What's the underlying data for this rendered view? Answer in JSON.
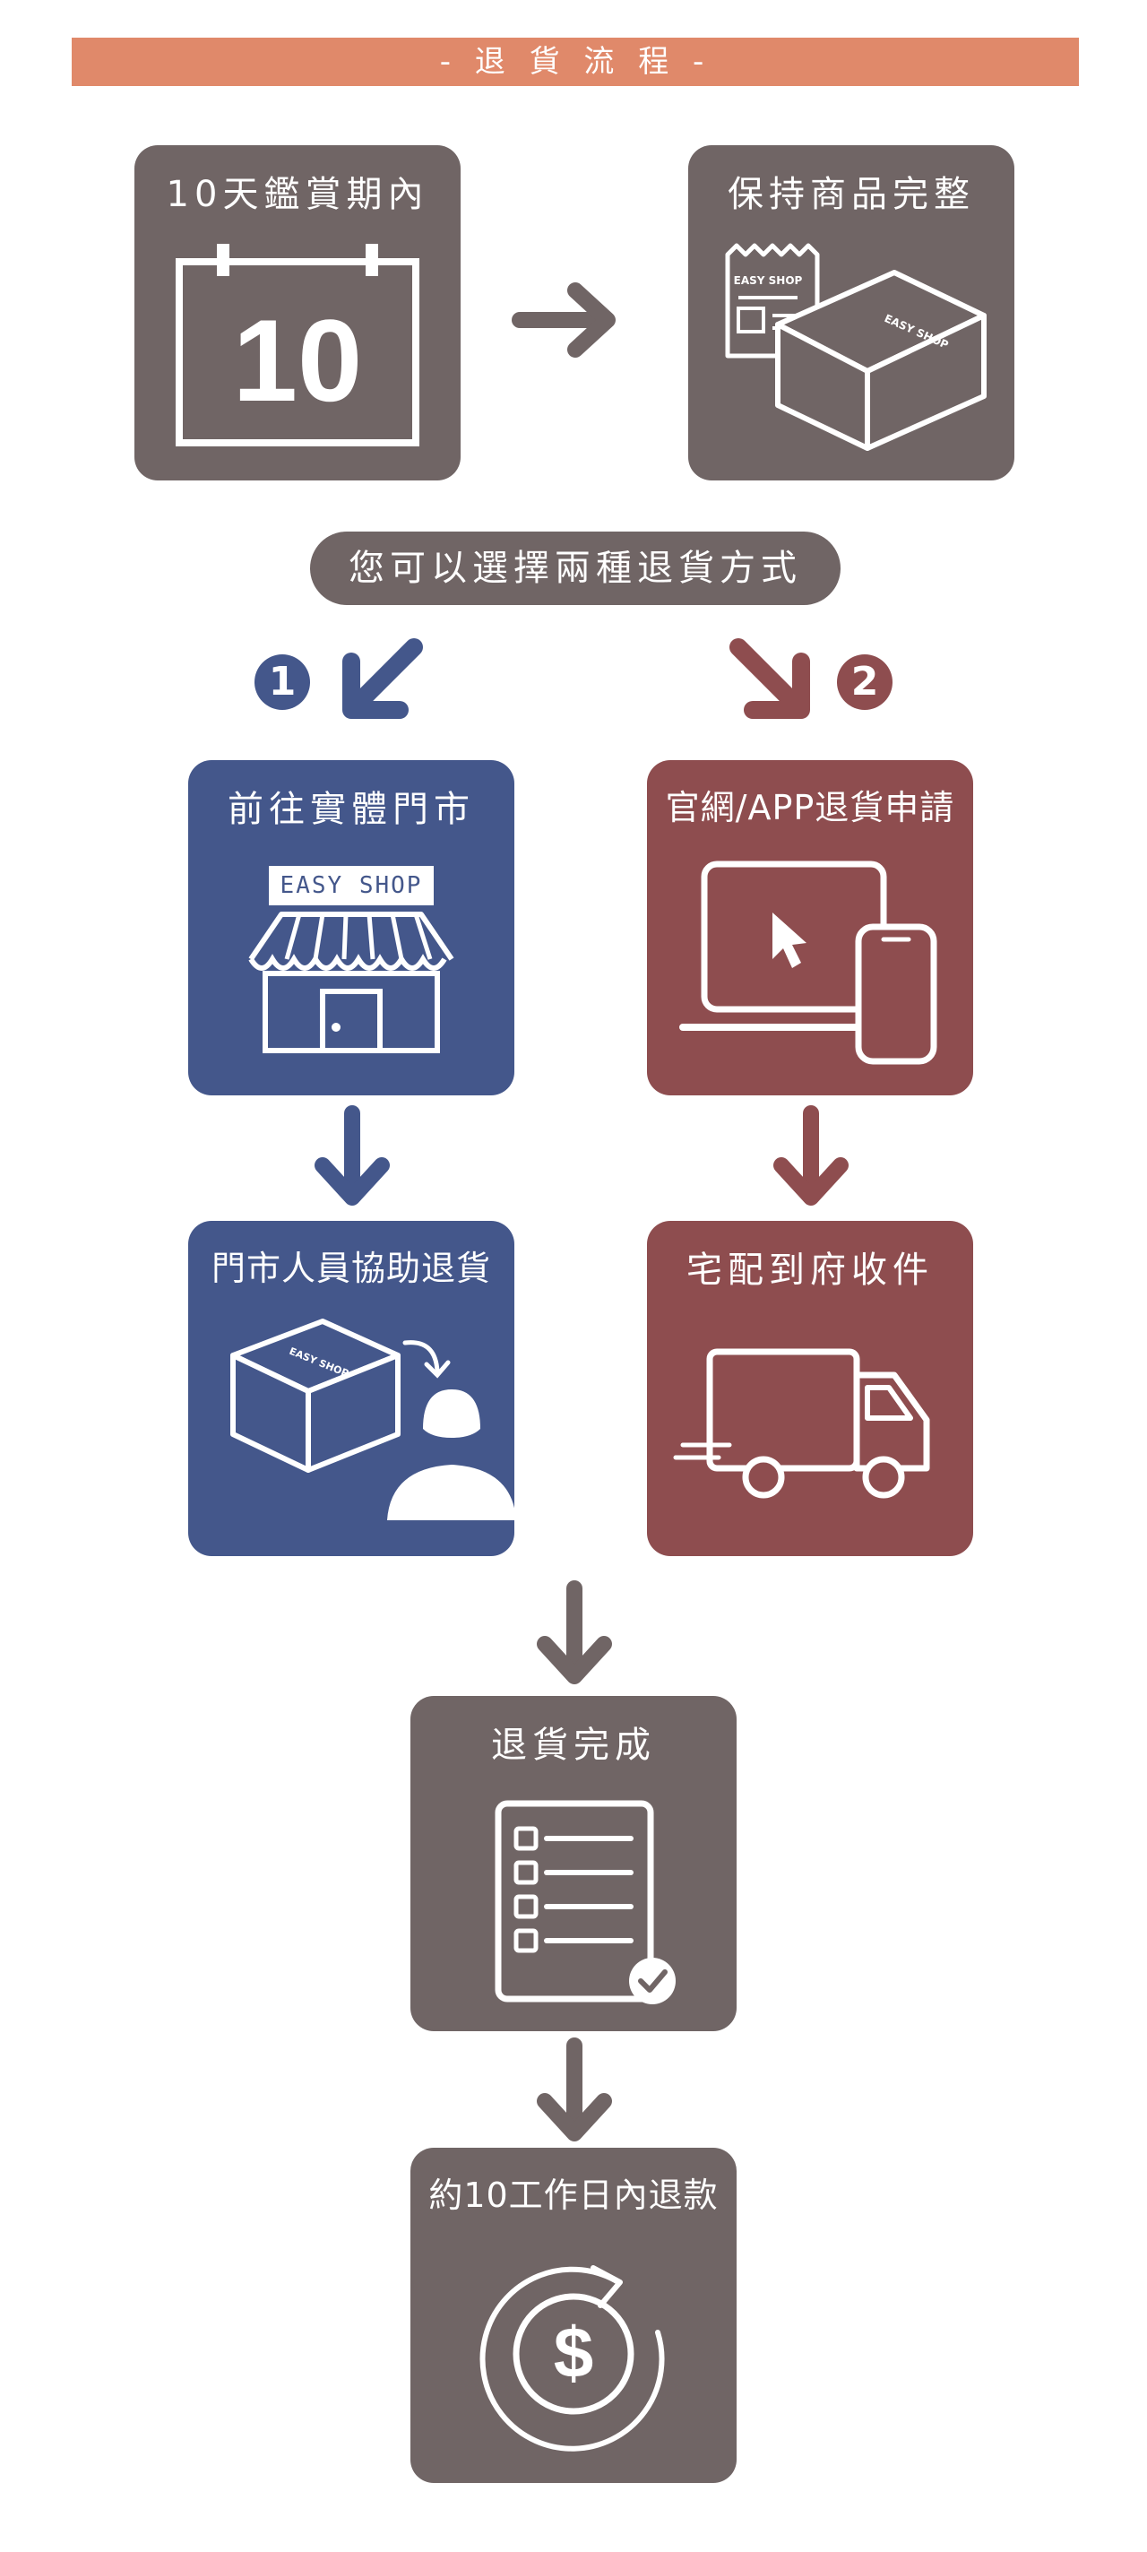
{
  "banner": {
    "title": "- 退 貨 流 程 -"
  },
  "steps": {
    "period": {
      "title": "10天鑑賞期內",
      "calendar_number": "10"
    },
    "keep": {
      "title": "保持商品完整",
      "receipt_label": "EASY SHOP",
      "box_label": "EASY SHOP"
    },
    "choose": {
      "label": "您可以選擇兩種退貨方式"
    },
    "option1": {
      "number": "1",
      "title": "前往實體門市",
      "sign": "EASY SHOP"
    },
    "option2": {
      "number": "2",
      "title": "官網/APP退貨申請"
    },
    "assist": {
      "title": "門市人員協助退貨",
      "box_label": "EASY SHOP"
    },
    "pickup": {
      "title": "宅配到府收件"
    },
    "done": {
      "title": "退貨完成"
    },
    "refund": {
      "title": "約10工作日內退款",
      "currency_symbol": "$"
    }
  },
  "colors": {
    "banner": "#E0896A",
    "gray": "#706565",
    "blue": "#44578B",
    "red": "#8E4D4F"
  }
}
